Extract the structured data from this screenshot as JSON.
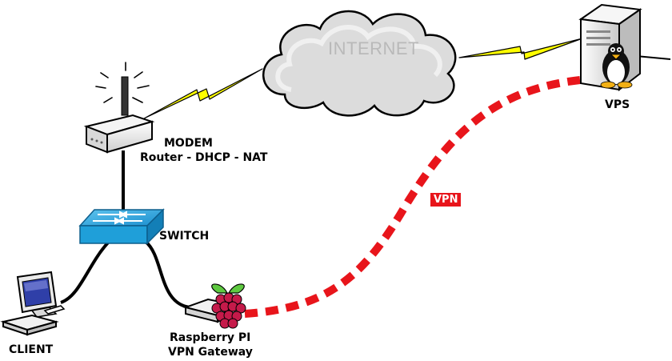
{
  "labels": {
    "internet": "INTERNET",
    "modem_line1": "MODEM",
    "modem_line2": "Router - DHCP - NAT",
    "switch": "SWITCH",
    "client": "CLIENT",
    "raspberry_line1": "Raspberry PI",
    "raspberry_line2": "VPN Gateway",
    "vps": "VPS",
    "vpn": "VPN"
  },
  "colors": {
    "vpn_link": "#e8151b",
    "lightning": "#ffff00",
    "switch_blue": "#1f9fd9",
    "cloud_fill": "#dcdcdc",
    "raspberry": "#c51a4a"
  },
  "icons": {
    "modem": "wireless-router-icon",
    "switch": "network-switch-icon",
    "client": "desktop-computer-icon",
    "raspberry": "raspberry-pi-icon",
    "vps": "linux-server-icon",
    "cloud": "cloud-icon"
  }
}
